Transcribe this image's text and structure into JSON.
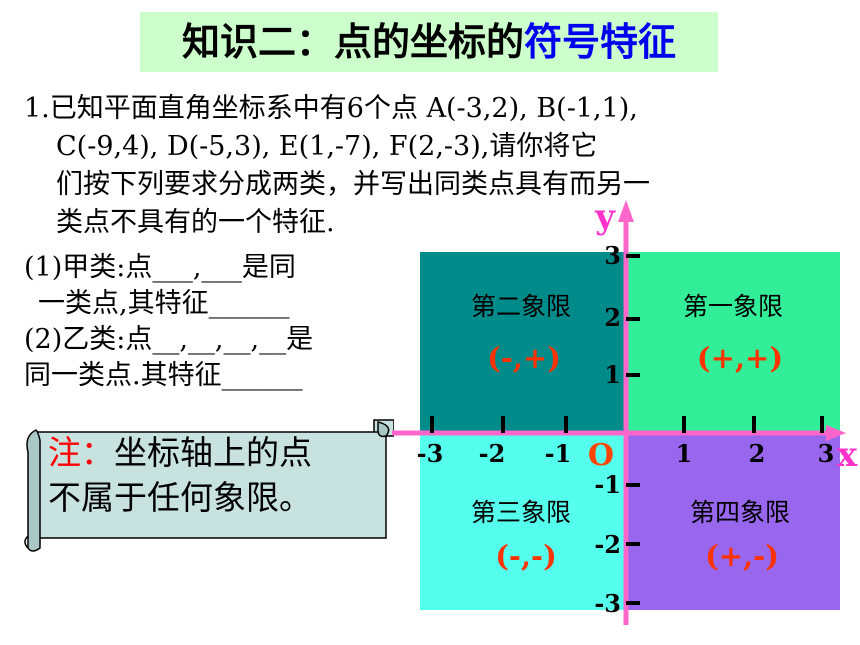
{
  "title": {
    "part1": "知识二：点的坐标的",
    "part2": "符号特征"
  },
  "problem": {
    "lines": [
      "1.已知平面直角坐标系中有6个点 A(-3,2), B(-1,1),",
      "C(-9,4), D(-5,3), E(1,-7),  F(2,-3),请你将它",
      "们按下列要求分成两类，并写出同类点具有而另一",
      "类点不具有的一个特征."
    ]
  },
  "parts": {
    "lines": [
      "(1)甲类:点___,___是同",
      "一类点,其特征______",
      "(2)乙类:点__,__,__,__是",
      "同一类点.其特征______"
    ]
  },
  "note": {
    "label": "注：",
    "text1": "坐标轴上的点",
    "text2": "不属于任何象限。"
  },
  "quadrants": {
    "q1": {
      "name": "第一象限",
      "sign": "(+,+)",
      "color": "#33ee99"
    },
    "q2": {
      "name": "第二象限",
      "sign": "(-,+)",
      "color": "#008b8b"
    },
    "q3": {
      "name": "第三象限",
      "sign": "(-,-)",
      "color": "#55ffee"
    },
    "q4": {
      "name": "第四象限",
      "sign": "(+,-)",
      "color": "#9966ee"
    }
  },
  "axes": {
    "x_label": "x",
    "y_label": "y",
    "origin": "O",
    "x_ticks": [
      "-3",
      "-2",
      "-1",
      "1",
      "2",
      "3"
    ],
    "y_ticks": [
      "3",
      "2",
      "1",
      "-1",
      "-2",
      "-3"
    ],
    "axis_color": "#ff66cc"
  },
  "colors": {
    "title_bg": "#ccffcc",
    "highlight_blue": "#0000ee",
    "sign_red": "#ff3300",
    "scroll_fill": "#c8e2e0"
  }
}
